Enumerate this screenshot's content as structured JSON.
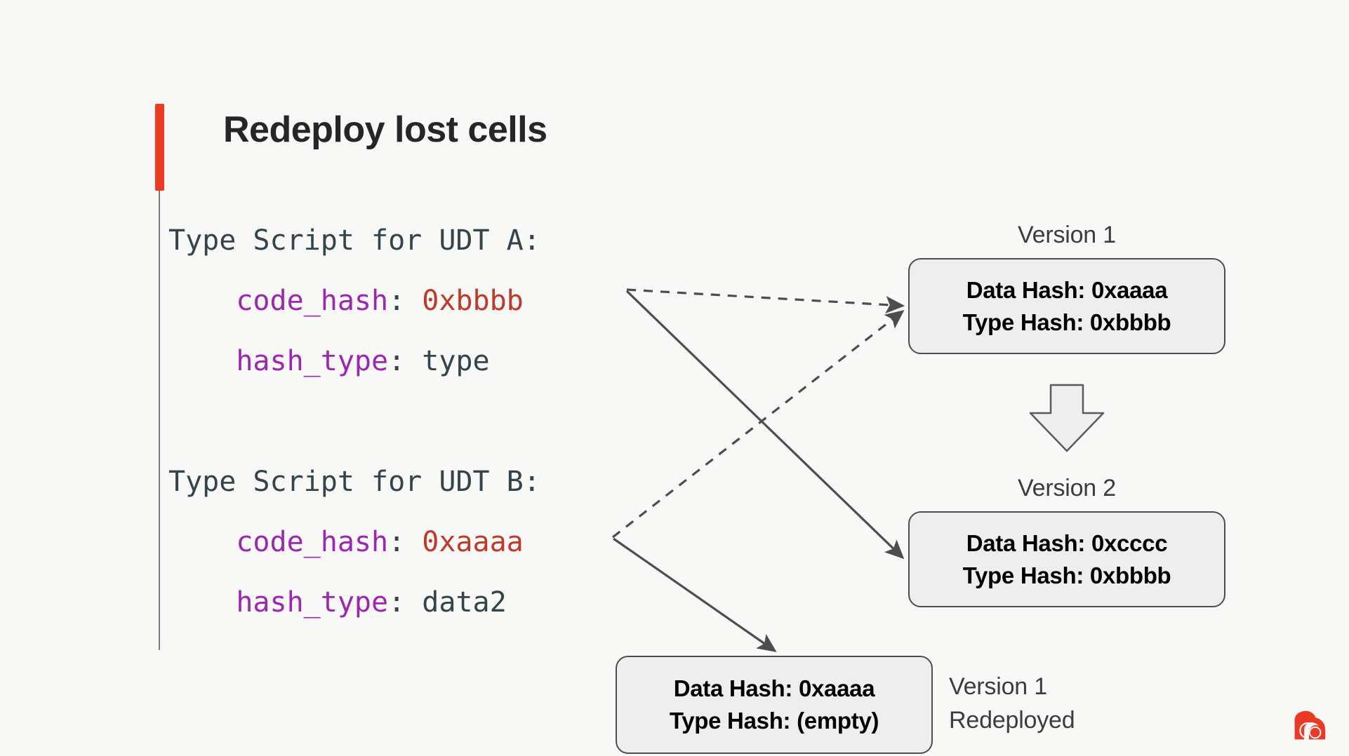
{
  "slide": {
    "title": "Redeploy lost cells",
    "accent_color": "#ed3b24",
    "background_color": "#f8f8f7"
  },
  "code_block": {
    "language": "script",
    "lines": [
      {
        "indent": 0,
        "tokens": [
          {
            "text": "Type Script for UDT A:",
            "type": "plain"
          }
        ]
      },
      {
        "indent": 1,
        "tokens": [
          {
            "text": "code_hash",
            "type": "key"
          },
          {
            "text": ": ",
            "type": "punct"
          },
          {
            "text": "0xbbbb",
            "type": "num"
          }
        ]
      },
      {
        "indent": 1,
        "tokens": [
          {
            "text": "hash_type",
            "type": "key"
          },
          {
            "text": ": ",
            "type": "punct"
          },
          {
            "text": "type",
            "type": "plain"
          }
        ]
      },
      {
        "indent": 0,
        "tokens": []
      },
      {
        "indent": 0,
        "tokens": [
          {
            "text": "Type Script for UDT B:",
            "type": "plain"
          }
        ]
      },
      {
        "indent": 1,
        "tokens": [
          {
            "text": "code_hash",
            "type": "key"
          },
          {
            "text": ": ",
            "type": "punct"
          },
          {
            "text": "0xaaaa",
            "type": "num"
          }
        ]
      },
      {
        "indent": 1,
        "tokens": [
          {
            "text": "hash_type",
            "type": "key"
          },
          {
            "text": ": ",
            "type": "punct"
          },
          {
            "text": "data2",
            "type": "plain"
          }
        ]
      }
    ],
    "colors": {
      "plain": "#33444a",
      "key": "#9c27b0",
      "num": "#c0392b"
    }
  },
  "diagram": {
    "captions": {
      "version_1": "Version 1",
      "version_2": "Version 2",
      "version_1_redeployed_line1": "Version 1",
      "version_1_redeployed_line2": "Redeployed"
    },
    "boxes": [
      {
        "id": "version-1-cell",
        "line1": "Data Hash: 0xaaaa",
        "line2": "Type Hash: 0xbbbb"
      },
      {
        "id": "version-2-cell",
        "line1": "Data Hash: 0xcccc",
        "line2": "Type Hash: 0xbbbb"
      },
      {
        "id": "version-1-redeployed-cell",
        "line1": "Data Hash: 0xaaaa",
        "line2": "Type Hash: (empty)"
      }
    ],
    "connectors": [
      {
        "id": "udt-a-type-hash-to-version-1",
        "style": "dashed",
        "from": "code_hash 0xbbbb",
        "to": "version-1-cell"
      },
      {
        "id": "udt-b-data-hash-to-version-1",
        "style": "dashed",
        "from": "code_hash 0xaaaa",
        "to": "version-1-cell"
      },
      {
        "id": "udt-a-type-hash-to-version-2",
        "style": "solid",
        "from": "code_hash 0xbbbb",
        "to": "version-2-cell"
      },
      {
        "id": "udt-b-data-hash-to-redeployed",
        "style": "solid",
        "from": "code_hash 0xaaaa",
        "to": "version-1-redeployed-cell"
      }
    ],
    "upgrade_arrow": {
      "id": "version-upgrade-arrow",
      "direction": "down"
    },
    "colors": {
      "box_fill": "#eeeeee",
      "box_stroke": "#4d4d4d",
      "connector": "#4d4d4d"
    }
  },
  "logo": {
    "name": "gorilla-logo",
    "color": "#ea3a26"
  }
}
